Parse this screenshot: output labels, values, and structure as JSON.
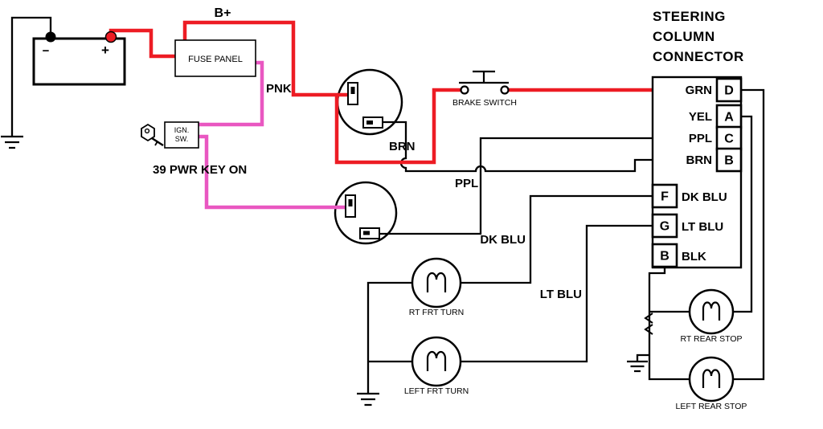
{
  "diagram_title": {
    "lines": [
      "STEERING",
      "COLUMN",
      "CONNECTOR"
    ]
  },
  "colors": {
    "wire_red": "#ed1c24",
    "wire_pink": "#e957c1",
    "wire_black": "#000000",
    "background": "#ffffff"
  },
  "power": {
    "battery": {
      "minus": "−",
      "plus": "+"
    },
    "b_plus_label": "B+",
    "fuse_panel_label": "FUSE PANEL",
    "pnk_label": "PNK",
    "ignition_switch": {
      "line1": "IGN.",
      "line2": "SW."
    },
    "key_on_label": "39 PWR KEY ON"
  },
  "switches": {
    "brake_switch_label": "BRAKE SWITCH"
  },
  "wire_labels": {
    "brn": "BRN",
    "ppl": "PPL",
    "dk_blu": "DK BLU",
    "lt_blu": "LT BLU"
  },
  "connector": {
    "upper_pins": [
      {
        "wire": "GRN",
        "pin": "D"
      },
      {
        "wire": "YEL",
        "pin": "A"
      },
      {
        "wire": "PPL",
        "pin": "C"
      },
      {
        "wire": "BRN",
        "pin": "B"
      }
    ],
    "lower_pins": [
      {
        "pin": "F",
        "wire": "DK BLU"
      },
      {
        "pin": "G",
        "wire": "LT BLU"
      },
      {
        "pin": "B",
        "wire": "BLK"
      }
    ]
  },
  "lamps": {
    "rt_frt_turn": "RT FRT TURN",
    "left_frt_turn": "LEFT FRT TURN",
    "rt_rear_stop": "RT REAR STOP",
    "left_rear_stop": "LEFT REAR STOP"
  }
}
